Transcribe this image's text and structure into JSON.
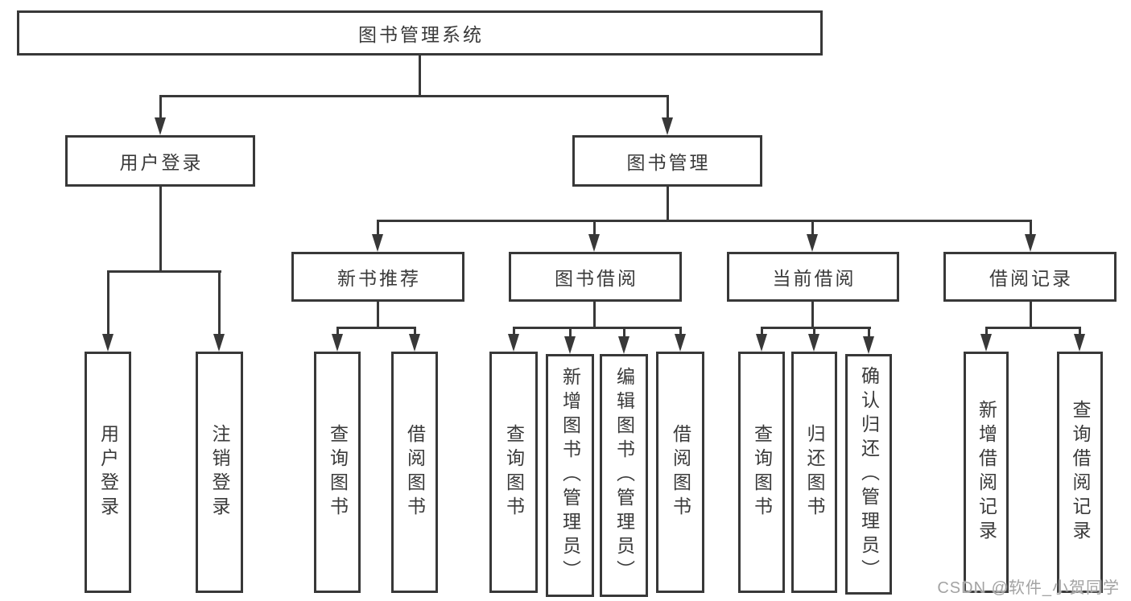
{
  "diagram_title": "图书管理系统",
  "colors": {
    "line": "#383838",
    "text": "#3a3a3a",
    "background": "#ffffff",
    "watermark": "#a3a3a3"
  },
  "nodes": {
    "root": {
      "label": "图书管理系统"
    },
    "user_login": {
      "label": "用户登录"
    },
    "book_manage": {
      "label": "图书管理"
    },
    "new_book_rec": {
      "label": "新书推荐"
    },
    "book_borrow": {
      "label": "图书借阅"
    },
    "current_borrow": {
      "label": "当前借阅"
    },
    "borrow_record": {
      "label": "借阅记录"
    },
    "leaf_user_login": {
      "label": "用户登录"
    },
    "leaf_logout": {
      "label": "注销登录"
    },
    "leaf_rec_query": {
      "label": "查询图书"
    },
    "leaf_rec_borrow": {
      "label": "借阅图书"
    },
    "leaf_bb_query": {
      "label": "查询图书"
    },
    "leaf_bb_add": {
      "label": "新增图书（管理员）"
    },
    "leaf_bb_edit": {
      "label": "编辑图书（管理员）"
    },
    "leaf_bb_borrow": {
      "label": "借阅图书"
    },
    "leaf_cb_query": {
      "label": "查询图书"
    },
    "leaf_cb_return": {
      "label": "归还图书"
    },
    "leaf_cb_confirm": {
      "label": "确认归还（管理员）"
    },
    "leaf_br_add": {
      "label": "新增借阅记录"
    },
    "leaf_br_query": {
      "label": "查询借阅记录"
    }
  },
  "watermark_text": "CSDN @软件_小贺同学"
}
